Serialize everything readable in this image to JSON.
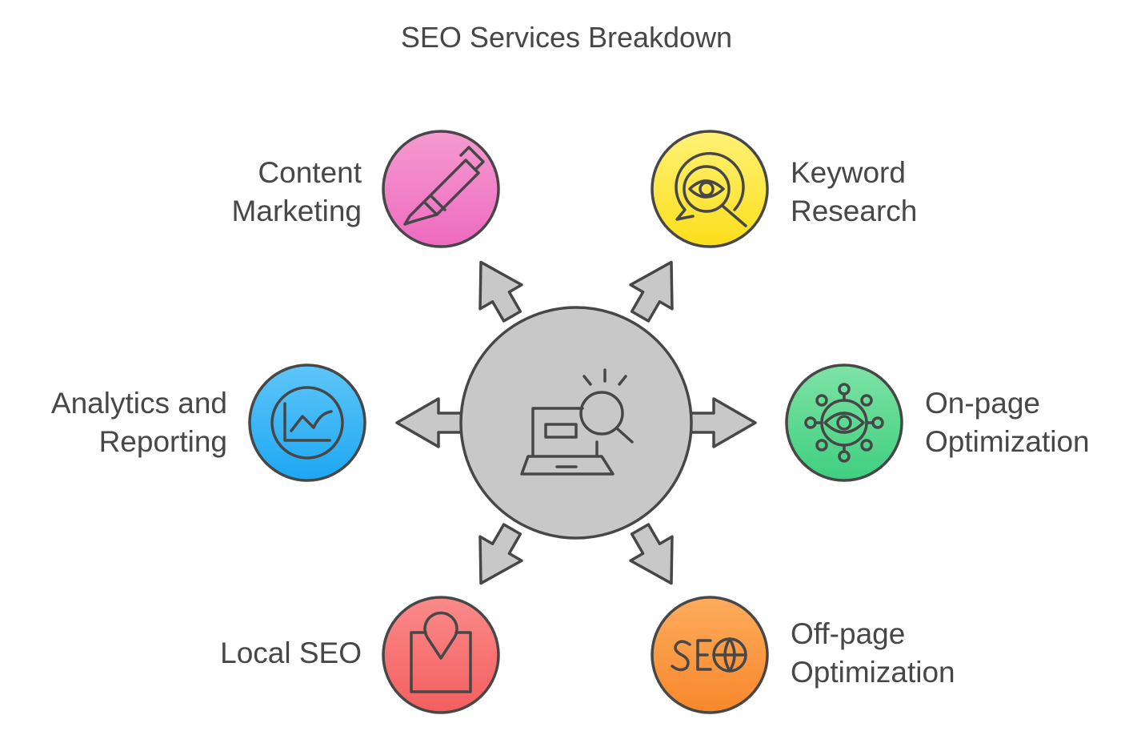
{
  "title": "SEO Services Breakdown",
  "center": {
    "icon": "laptop-search-icon"
  },
  "nodes": [
    {
      "id": "content-marketing",
      "line1": "Content",
      "line2": "Marketing",
      "icon": "pen-icon",
      "color_top": "#f59bd0",
      "color_bottom": "#ee6ac0"
    },
    {
      "id": "keyword-research",
      "line1": "Keyword",
      "line2": "Research",
      "icon": "eye-magnifier-icon",
      "color_top": "#fff176",
      "color_bottom": "#fbdf1a"
    },
    {
      "id": "analytics-reporting",
      "line1": "Analytics and",
      "line2": "Reporting",
      "icon": "line-chart-icon",
      "color_top": "#5ec6f8",
      "color_bottom": "#1ea7f3"
    },
    {
      "id": "on-page-optimization",
      "line1": "On-page",
      "line2": "Optimization",
      "icon": "eye-network-icon",
      "color_top": "#7de3a4",
      "color_bottom": "#3fcf80"
    },
    {
      "id": "local-seo",
      "line1": "Local SEO",
      "line2": "",
      "icon": "map-pin-icon",
      "color_top": "#fb8a8a",
      "color_bottom": "#f45f5f"
    },
    {
      "id": "off-page-optimization",
      "line1": "Off-page",
      "line2": "Optimization",
      "icon": "seo-globe-icon",
      "color_top": "#fdab5c",
      "color_bottom": "#f8882c"
    }
  ]
}
